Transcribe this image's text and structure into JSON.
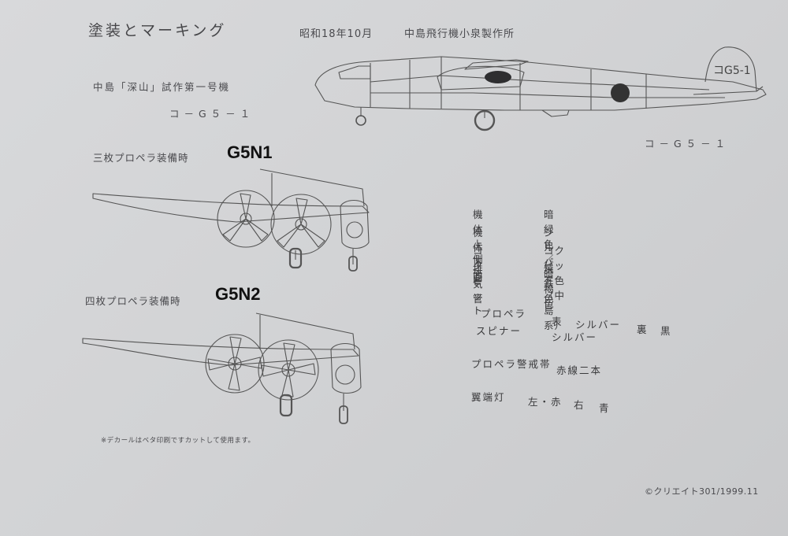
{
  "header": {
    "title": "塗装とマーキング",
    "date": "昭和18年10月",
    "maker": "中島飛行機小泉製作所"
  },
  "aircraft": {
    "subtitle": "中島「深山」試作第一号機",
    "code_left": "コ－G５－１",
    "code_right": "コ－G５－１",
    "tail_marking": "コG5-1"
  },
  "variants": [
    {
      "label": "三枚プロペラ装備時",
      "designation": "G5N1"
    },
    {
      "label": "四枚プロペラ装備時",
      "designation": "G5N2"
    }
  ],
  "paint_scheme": [
    {
      "part": "機体上側面",
      "color": "暗緑色／暗褐色"
    },
    {
      "part": "機体下面",
      "color": "シルバー"
    },
    {
      "part": "コクピット",
      "color": "コクピット色（中島系）"
    },
    {
      "part": "排気管",
      "color": "焼鉄色"
    }
  ],
  "propeller": {
    "prop_label": "プロペラ",
    "spinner_label": "スピナー",
    "front_label": "表",
    "front_color": "シルバー",
    "back_label": "裏",
    "back_color": "黒",
    "spinner_color": "シルバー",
    "warning_band_label": "プロペラ警戒帯",
    "warning_band_value": "赤線二本",
    "wingtip_label": "翼端灯",
    "wingtip_left": "左・赤",
    "wingtip_right": "右",
    "wingtip_right_color": "青"
  },
  "footer": {
    "note": "※デカールはベタ印刷ですカットして使用ます。",
    "copyright": "©クリエイト301/1999.11"
  }
}
